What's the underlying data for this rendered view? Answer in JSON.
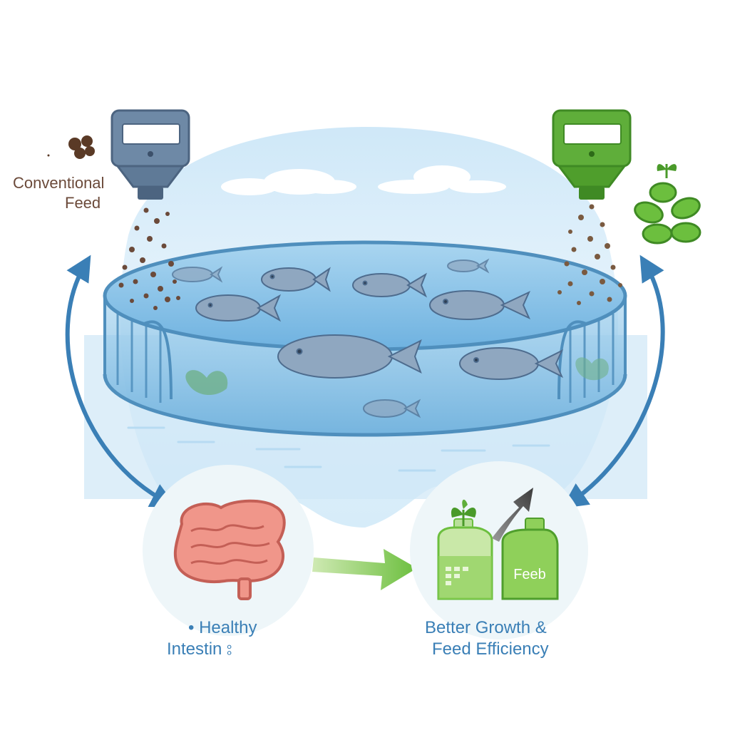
{
  "labels": {
    "conventional_feed": [
      "Conventional",
      "Feed"
    ],
    "healthy_intestine": [
      "• Healthy",
      "Intestin ⦂"
    ],
    "better_growth": [
      "Better Growth &",
      "Feed Efficiency"
    ],
    "bottle_text": "Feeb"
  },
  "icons": {
    "left_dispenser": "feed-dispenser-icon",
    "right_dispenser": "feed-dispenser-icon",
    "pellets": "feed-pellets-icon",
    "leaves": "plant-leaves-icon",
    "fish_pen": "fish-pen-icon",
    "intestine": "intestine-icon",
    "bottles": "feed-bottles-icon",
    "growth_arrow": "growth-arrow-icon"
  },
  "colors": {
    "conventional": "#6b4a3a",
    "plant_green": "#5fae3a",
    "water_blue": "#8cc4e6",
    "arrow_blue": "#3a7fb6",
    "intestine_pink": "#e98a7c"
  }
}
